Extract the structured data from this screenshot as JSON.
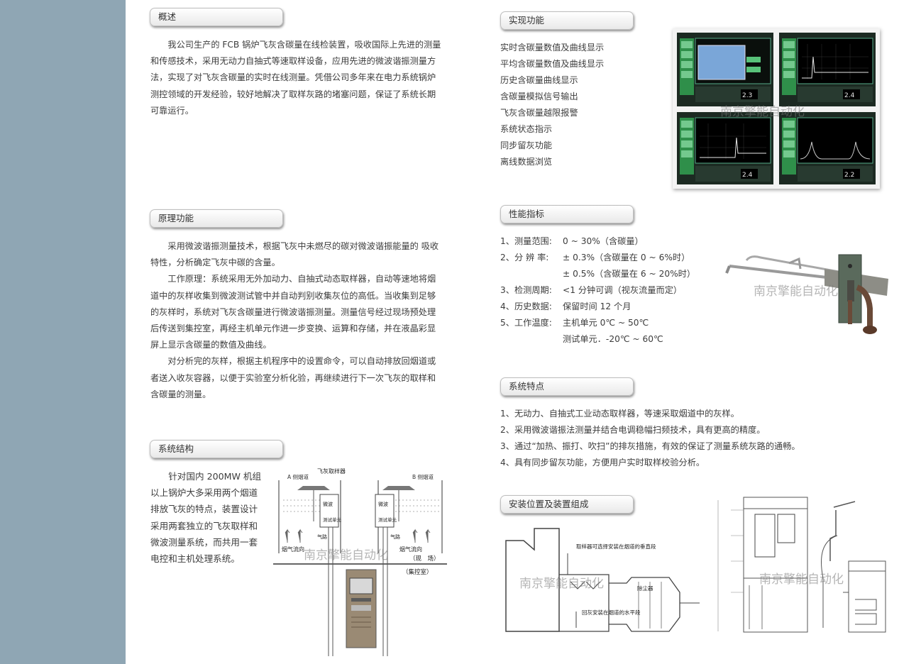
{
  "sections": {
    "overview": {
      "title": "概述",
      "text": "我公司生产的 FCB 锅炉飞灰含碳量在线检装置，吸收国际上先进的测量和传感技术，采用无动力自抽式等速取样设备，应用先进的微波谐振测量方法，实现了对飞灰含碳量的实时在线测量。凭借公司多年来在电力系统锅炉测控领域的开发经验，较好地解决了取样灰路的堵塞问题，保证了系统长期可靠运行。"
    },
    "principle": {
      "title": "原理功能",
      "p1": "采用微波谐振测量技术，根据飞灰中未燃尽的碳对微波谐振能量的 吸收特性，分析确定飞灰中碳的含量。",
      "p2": "工作原理：系统采用无外加动力、自抽式动态取样器，自动等速地将烟道中的灰样收集到微波测试管中并自动判别收集灰位的高低。当收集到足够的灰样时，系统对飞灰含碳量进行微波谐振测量。测量信号经过现场预处理后传送到集控室，再经主机单元作进一步变换、运算和存储，并在液晶彩显屏上显示含碳量的数值及曲线。",
      "p3": "对分析完的灰样，根据主机程序中的设置命令，可以自动排放回烟道或者送入收灰容器，以便于实验室分析化验，再继续进行下一次飞灰的取样和含碳量的测量。"
    },
    "structure": {
      "title": "系统结构",
      "text": "针对国内 200MW 机组以上锅炉大多采用两个烟道排放飞灰的特点，装置设计采用两套独立的飞灰取样和微波测量系统，而共用一套电控和主机处理系统。"
    },
    "functions": {
      "title": "实现功能",
      "items": [
        "实时含碳量数值及曲线显示",
        "平均含碳量数值及曲线显示",
        "历史含碳量曲线显示",
        "含碳量模拟信号输出",
        "飞灰含碳量越限报警",
        "系统状态指示",
        "同步留灰功能",
        "离线数据浏览"
      ]
    },
    "performance": {
      "title": "性能指标",
      "rows": [
        {
          "k": "1、测量范围:",
          "v": "0 ~ 30%（含碳量）"
        },
        {
          "k": "2、分 辨 率:",
          "v": "± 0.3%（含碳量在 0 ~ 6%时）"
        },
        {
          "k": "",
          "v": "± 0.5%（含碳量在 6 ~ 20%时）"
        },
        {
          "k": "3、检测周期:",
          "v": "<1 分钟可调（视灰流量而定）"
        },
        {
          "k": "4、历史数据:",
          "v": "保留时间 12 个月"
        },
        {
          "k": "5、工作温度:",
          "v": "主机单元 0℃ ~ 50℃"
        },
        {
          "k": "",
          "v": "测试单元．-20℃ ~ 60℃"
        }
      ]
    },
    "features": {
      "title": "系统特点",
      "items": [
        "1、无动力、自抽式工业动态取样器，等速采取烟道中的灰样。",
        "2、采用微波谐振法测量并结合电调稳幅扫频技术，具有更高的精度。",
        "3、通过“加热、振打、吹扫”的排灰措施，有效的保证了测量系统灰路的通畅。",
        "4、具有同步留灰功能，方便用户实时取样校验分析。"
      ]
    },
    "install": {
      "title": "安装位置及装置组成"
    }
  },
  "diagram": {
    "sampler_label": "飞灰取样器",
    "duct_a": "A 侧烟道",
    "duct_b": "B 侧烟道",
    "microwave": "微波",
    "test_unit": "测试单元",
    "gas_path": "气路",
    "flue_flow": "烟气流向",
    "site": "（现　场）",
    "control_room": "（集控室）"
  },
  "install_diagram": {
    "note1": "取样器可选择安装在烟道的垂直段",
    "note2": "回灰安装在烟道的水平段",
    "precipitator": "除尘器"
  },
  "screens": {
    "values": [
      "2.3",
      "2.4",
      "2.4",
      "2.2"
    ]
  },
  "watermark": "南京擎能自动化",
  "colors": {
    "sidebar": "#8fa6b4",
    "screen_bg": "#0a0f0c",
    "screen_green": "#2f8f4a"
  }
}
